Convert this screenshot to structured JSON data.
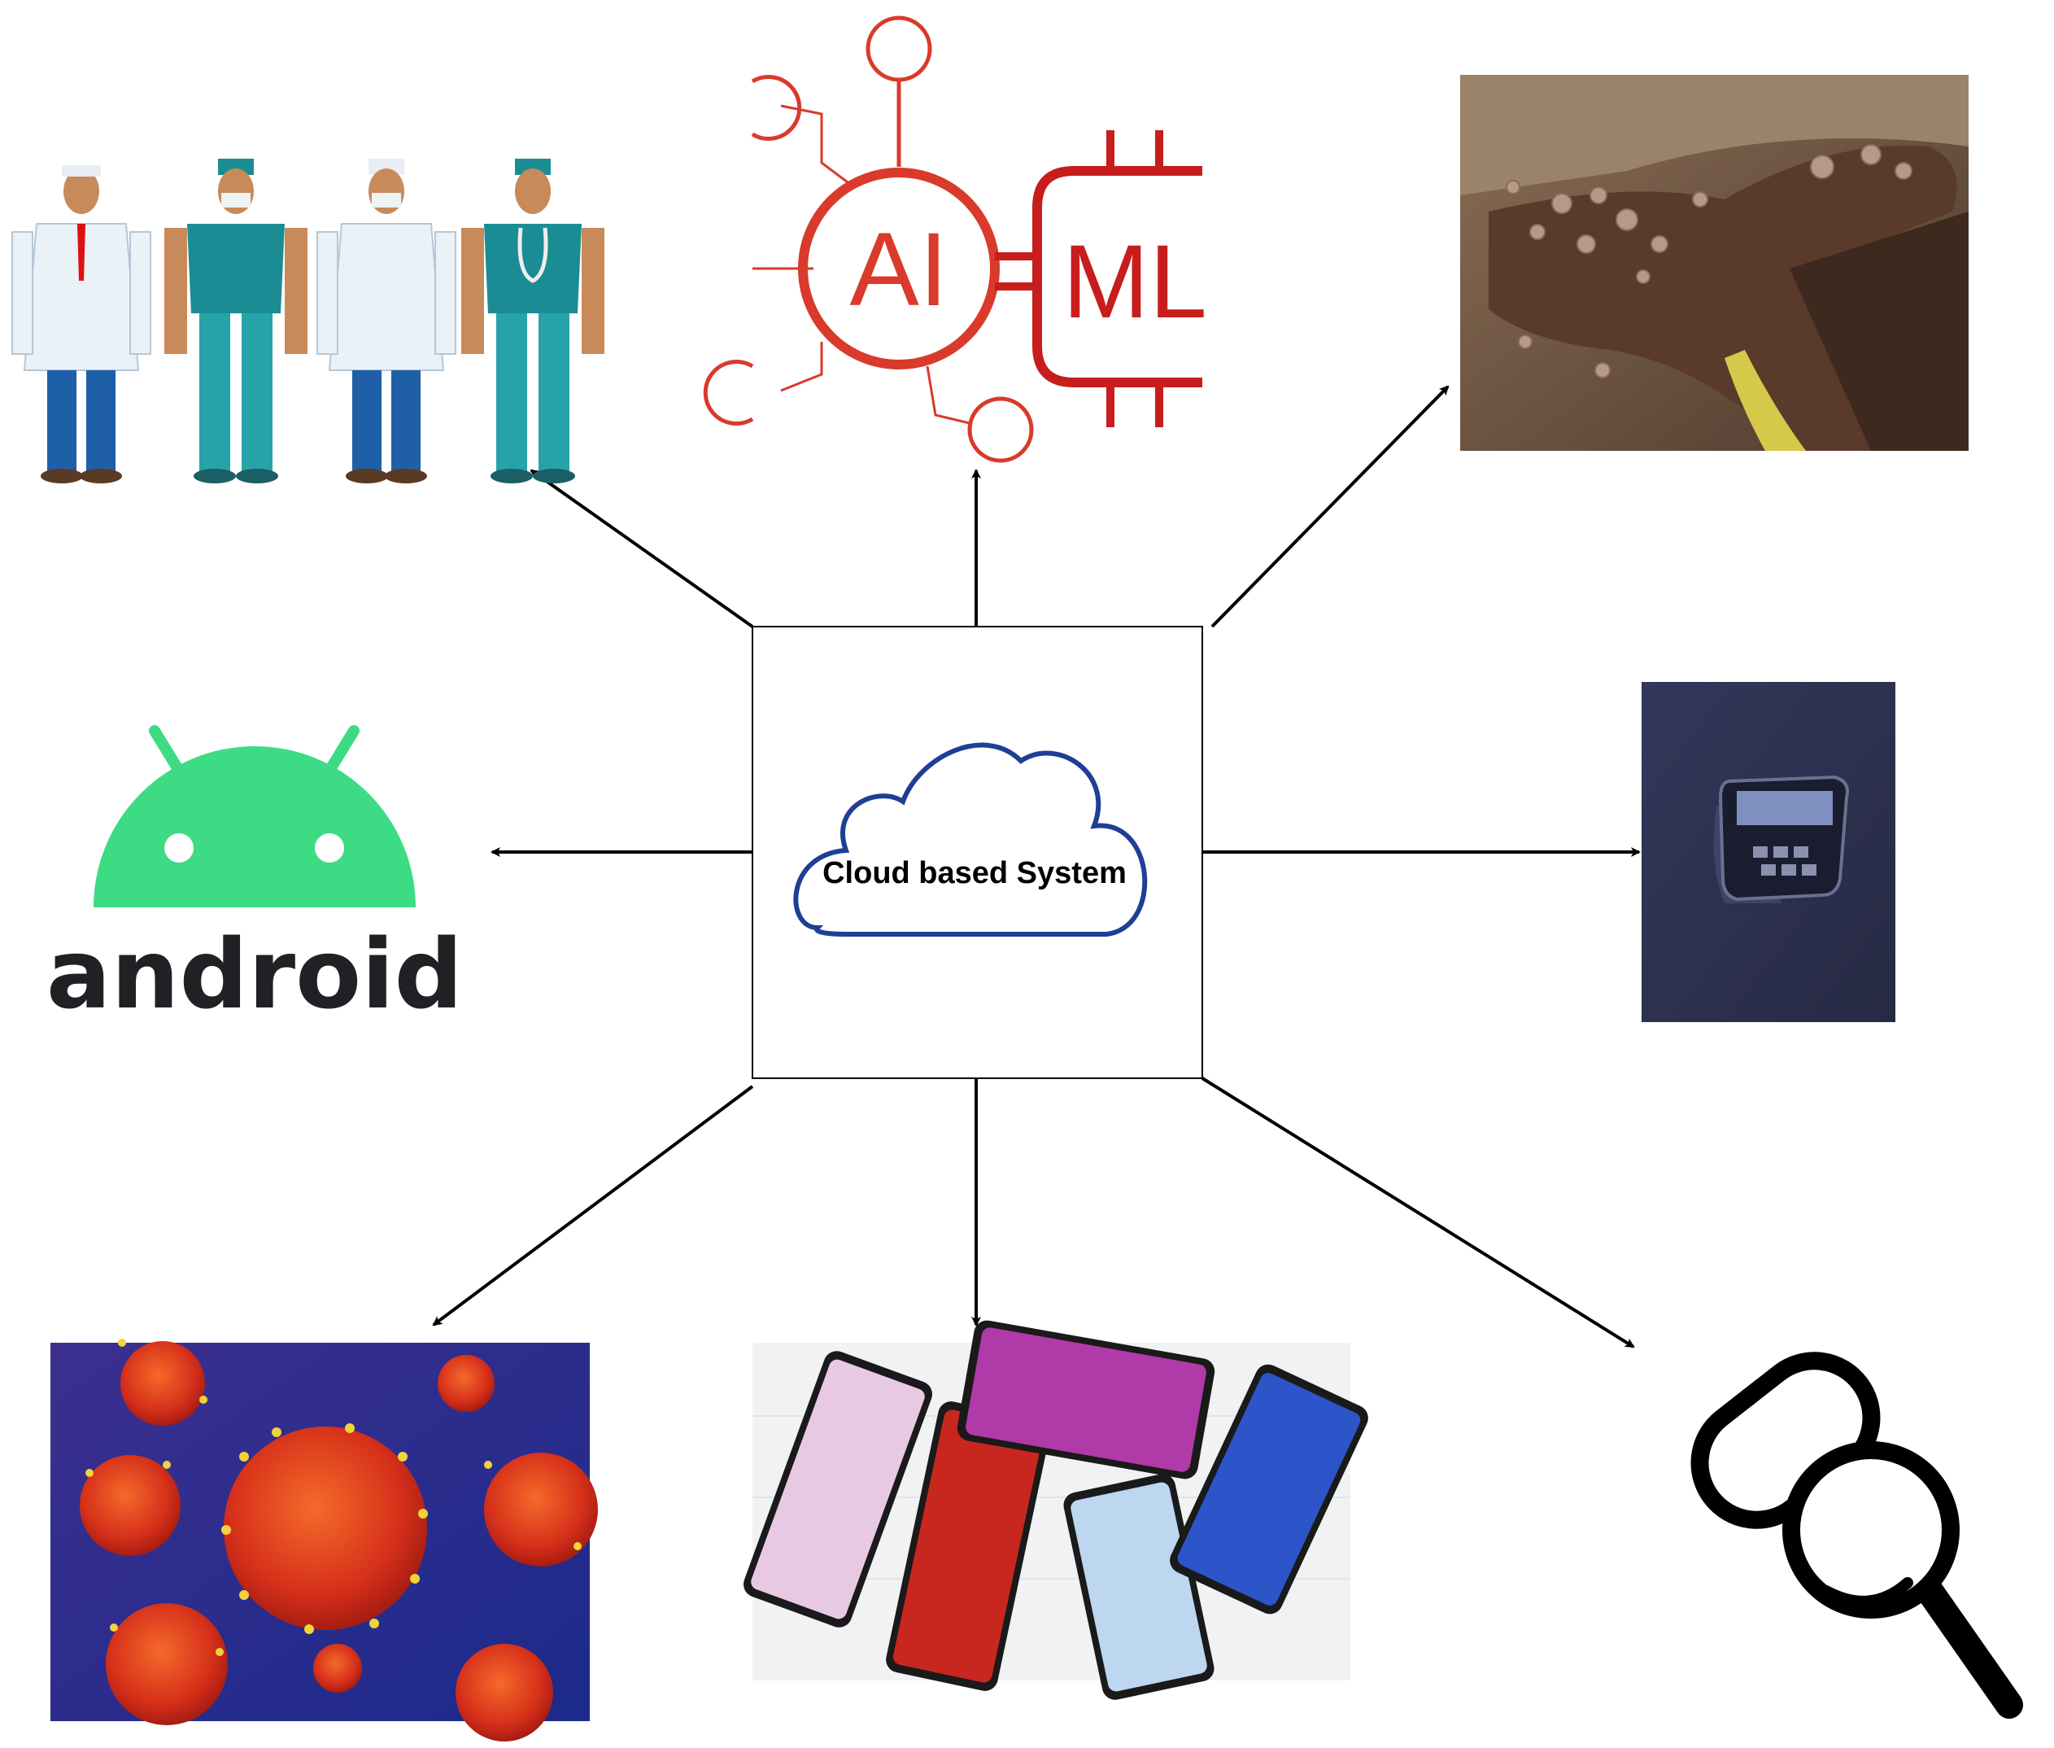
{
  "center": {
    "label": "Cloud based System"
  },
  "ai_ml": {
    "ai_label": "AI",
    "ml_label": "ML"
  },
  "android": {
    "label": "android"
  },
  "colors": {
    "cloud_stroke": "#1f3f95",
    "ai_red": "#d93a2b",
    "ml_red": "#c81d1d",
    "android_green": "#3ddc84",
    "watch_bg": "#2e3150",
    "virus_bg": "#2b2f8a",
    "virus_red": "#e1401d"
  },
  "icons": [
    "medical-staff-icon",
    "ai-ml-icon",
    "skin-lesion-photo",
    "android-logo-icon",
    "smartwatch-icon",
    "virus-icon",
    "smartphones-icon",
    "pill-search-icon"
  ]
}
